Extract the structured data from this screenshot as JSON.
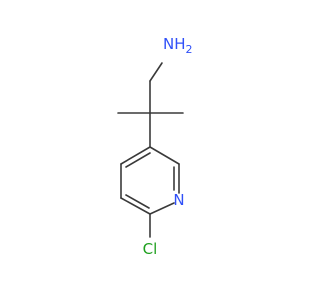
{
  "molecule": {
    "atoms": {
      "amine": {
        "label": "NH",
        "subscript": "2",
        "color": "#3050f8"
      },
      "ring_nitrogen": {
        "label": "N",
        "color": "#3050f8"
      },
      "chlorine": {
        "label": "Cl",
        "color": "#1fa01f"
      }
    },
    "bond_color": "#3a3a3a",
    "background": "#ffffff"
  }
}
